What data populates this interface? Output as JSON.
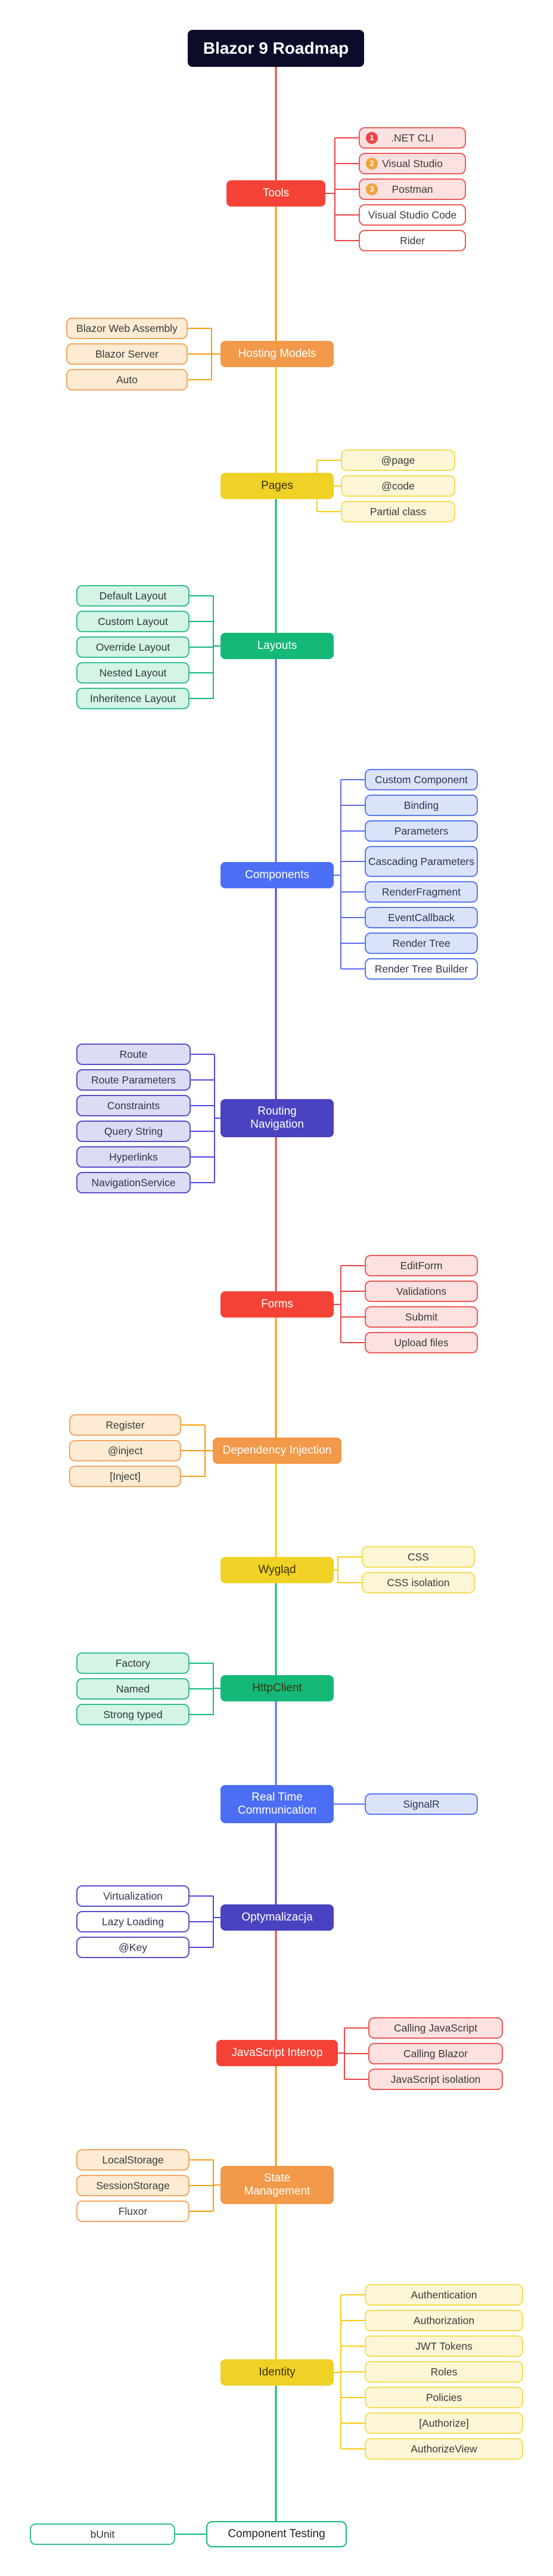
{
  "title": "Blazor 9 Roadmap",
  "palette": {
    "red": {
      "main": "#f44336",
      "line": "#ef4444",
      "subFill": "#fde1e1",
      "subBorder": "#f05a57",
      "text": "#3a3a3a"
    },
    "orange": {
      "main": "#f2994a",
      "line": "#f59e0b",
      "subFill": "#fdebd3",
      "subBorder": "#f2a761",
      "text": "#3a3a3a"
    },
    "yellow": {
      "main": "#f0d125",
      "line": "#facc15",
      "subFill": "#fcf6d7",
      "subBorder": "#f5dd56",
      "text": "#3a3a3a"
    },
    "green": {
      "main": "#14b97a",
      "line": "#10b981",
      "subFill": "#d4f4e6",
      "subBorder": "#33bf8c",
      "text": "#2f3a35"
    },
    "blue": {
      "main": "#4c6ef5",
      "line": "#5b6cf0",
      "subFill": "#dbe3fb",
      "subBorder": "#5a7af0",
      "text": "#2f3450"
    },
    "indigo": {
      "main": "#4a42c0",
      "line": "#4f46e5",
      "subFill": "#dcdcf5",
      "subBorder": "#5550c7",
      "text": "#2f3450"
    }
  },
  "topics": [
    {
      "id": "tools",
      "label": "Tools",
      "color": "red",
      "items": [
        {
          "label": ".NET CLI",
          "badge": "1",
          "badgeColor": "#ef4444"
        },
        {
          "label": "Visual Studio",
          "badge": "2",
          "badgeColor": "#f2a33a"
        },
        {
          "label": "Postman",
          "badge": "3",
          "badgeColor": "#f2a33a"
        },
        {
          "label": "Visual Studio Code",
          "plain": true
        },
        {
          "label": "Rider",
          "plain": true
        }
      ]
    },
    {
      "id": "hosting-models",
      "label": "Hosting Models",
      "color": "orange",
      "items": [
        {
          "label": "Blazor Web Assembly"
        },
        {
          "label": "Blazor Server"
        },
        {
          "label": "Auto"
        }
      ]
    },
    {
      "id": "pages",
      "label": "Pages",
      "color": "yellow",
      "textDark": true,
      "items": [
        {
          "label": "@page"
        },
        {
          "label": "@code"
        },
        {
          "label": "Partial class"
        }
      ]
    },
    {
      "id": "layouts",
      "label": "Layouts",
      "color": "green",
      "items": [
        {
          "label": "Default Layout"
        },
        {
          "label": "Custom Layout"
        },
        {
          "label": "Override Layout"
        },
        {
          "label": "Nested Layout"
        },
        {
          "label": "Inheritence Layout"
        }
      ]
    },
    {
      "id": "components",
      "label": "Components",
      "color": "blue",
      "items": [
        {
          "label": "Custom Component"
        },
        {
          "label": "Binding"
        },
        {
          "label": "Parameters"
        },
        {
          "label": "Cascading Parameters"
        },
        {
          "label": "RenderFragment"
        },
        {
          "label": "EventCallback"
        },
        {
          "label": "Render Tree"
        },
        {
          "label": "Render Tree Builder",
          "plain": true
        }
      ]
    },
    {
      "id": "routing-navigation",
      "label": "Routing Navigation",
      "color": "indigo",
      "items": [
        {
          "label": "Route"
        },
        {
          "label": "Route Parameters"
        },
        {
          "label": "Constraints"
        },
        {
          "label": "Query String"
        },
        {
          "label": "Hyperlinks"
        },
        {
          "label": "NavigationService"
        }
      ]
    },
    {
      "id": "forms",
      "label": "Forms",
      "color": "red",
      "items": [
        {
          "label": "EditForm"
        },
        {
          "label": "Validations"
        },
        {
          "label": "Submit"
        },
        {
          "label": "Upload files"
        }
      ]
    },
    {
      "id": "dependency-injection",
      "label": "Dependency Injection",
      "color": "orange",
      "items": [
        {
          "label": "Register"
        },
        {
          "label": "@inject"
        },
        {
          "label": "[Inject]"
        }
      ]
    },
    {
      "id": "wyglad",
      "label": "Wygląd",
      "color": "yellow",
      "textDark": true,
      "items": [
        {
          "label": "CSS"
        },
        {
          "label": "CSS isolation"
        }
      ]
    },
    {
      "id": "httpclient",
      "label": "HttpClient",
      "color": "green",
      "textDark": true,
      "items": [
        {
          "label": "Factory"
        },
        {
          "label": "Named"
        },
        {
          "label": "Strong typed"
        }
      ]
    },
    {
      "id": "real-time-communication",
      "label": "Real Time Communication",
      "color": "blue",
      "items": [
        {
          "label": "SignalR"
        }
      ]
    },
    {
      "id": "optymalizacja",
      "label": "Optymalizacja",
      "color": "indigo",
      "items": [
        {
          "label": "Virtualization",
          "plain": true
        },
        {
          "label": "Lazy Loading",
          "plain": true
        },
        {
          "label": "@Key",
          "plain": true
        }
      ]
    },
    {
      "id": "javascript-interop",
      "label": "JavaScript Interop",
      "color": "red",
      "items": [
        {
          "label": "Calling JavaScript"
        },
        {
          "label": "Calling Blazor"
        },
        {
          "label": "JavaScript isolation"
        }
      ]
    },
    {
      "id": "state-management",
      "label": "State Management",
      "color": "orange",
      "items": [
        {
          "label": "LocalStorage"
        },
        {
          "label": "SessionStorage"
        },
        {
          "label": "Fluxor",
          "plain": true
        }
      ]
    },
    {
      "id": "identity",
      "label": "Identity",
      "color": "yellow",
      "textDark": true,
      "items": [
        {
          "label": "Authentication"
        },
        {
          "label": "Authorization"
        },
        {
          "label": "JWT Tokens"
        },
        {
          "label": "Roles"
        },
        {
          "label": "Policies"
        },
        {
          "label": "[Authorize]"
        },
        {
          "label": "AuthorizeView"
        }
      ]
    },
    {
      "id": "component-testing",
      "label": "Component Testing",
      "color": "green",
      "outline": true,
      "items": [
        {
          "label": "bUnit",
          "plain": true
        }
      ]
    }
  ]
}
